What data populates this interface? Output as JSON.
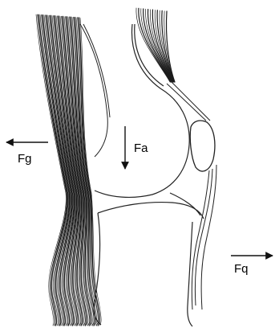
{
  "forces": {
    "fg": {
      "label": "Fg",
      "direction": "left"
    },
    "fa": {
      "label": "Fa",
      "direction": "down"
    },
    "fq": {
      "label": "Fq",
      "direction": "right"
    }
  },
  "colors": {
    "ink": "#1a1a1a",
    "background": "#ffffff"
  }
}
